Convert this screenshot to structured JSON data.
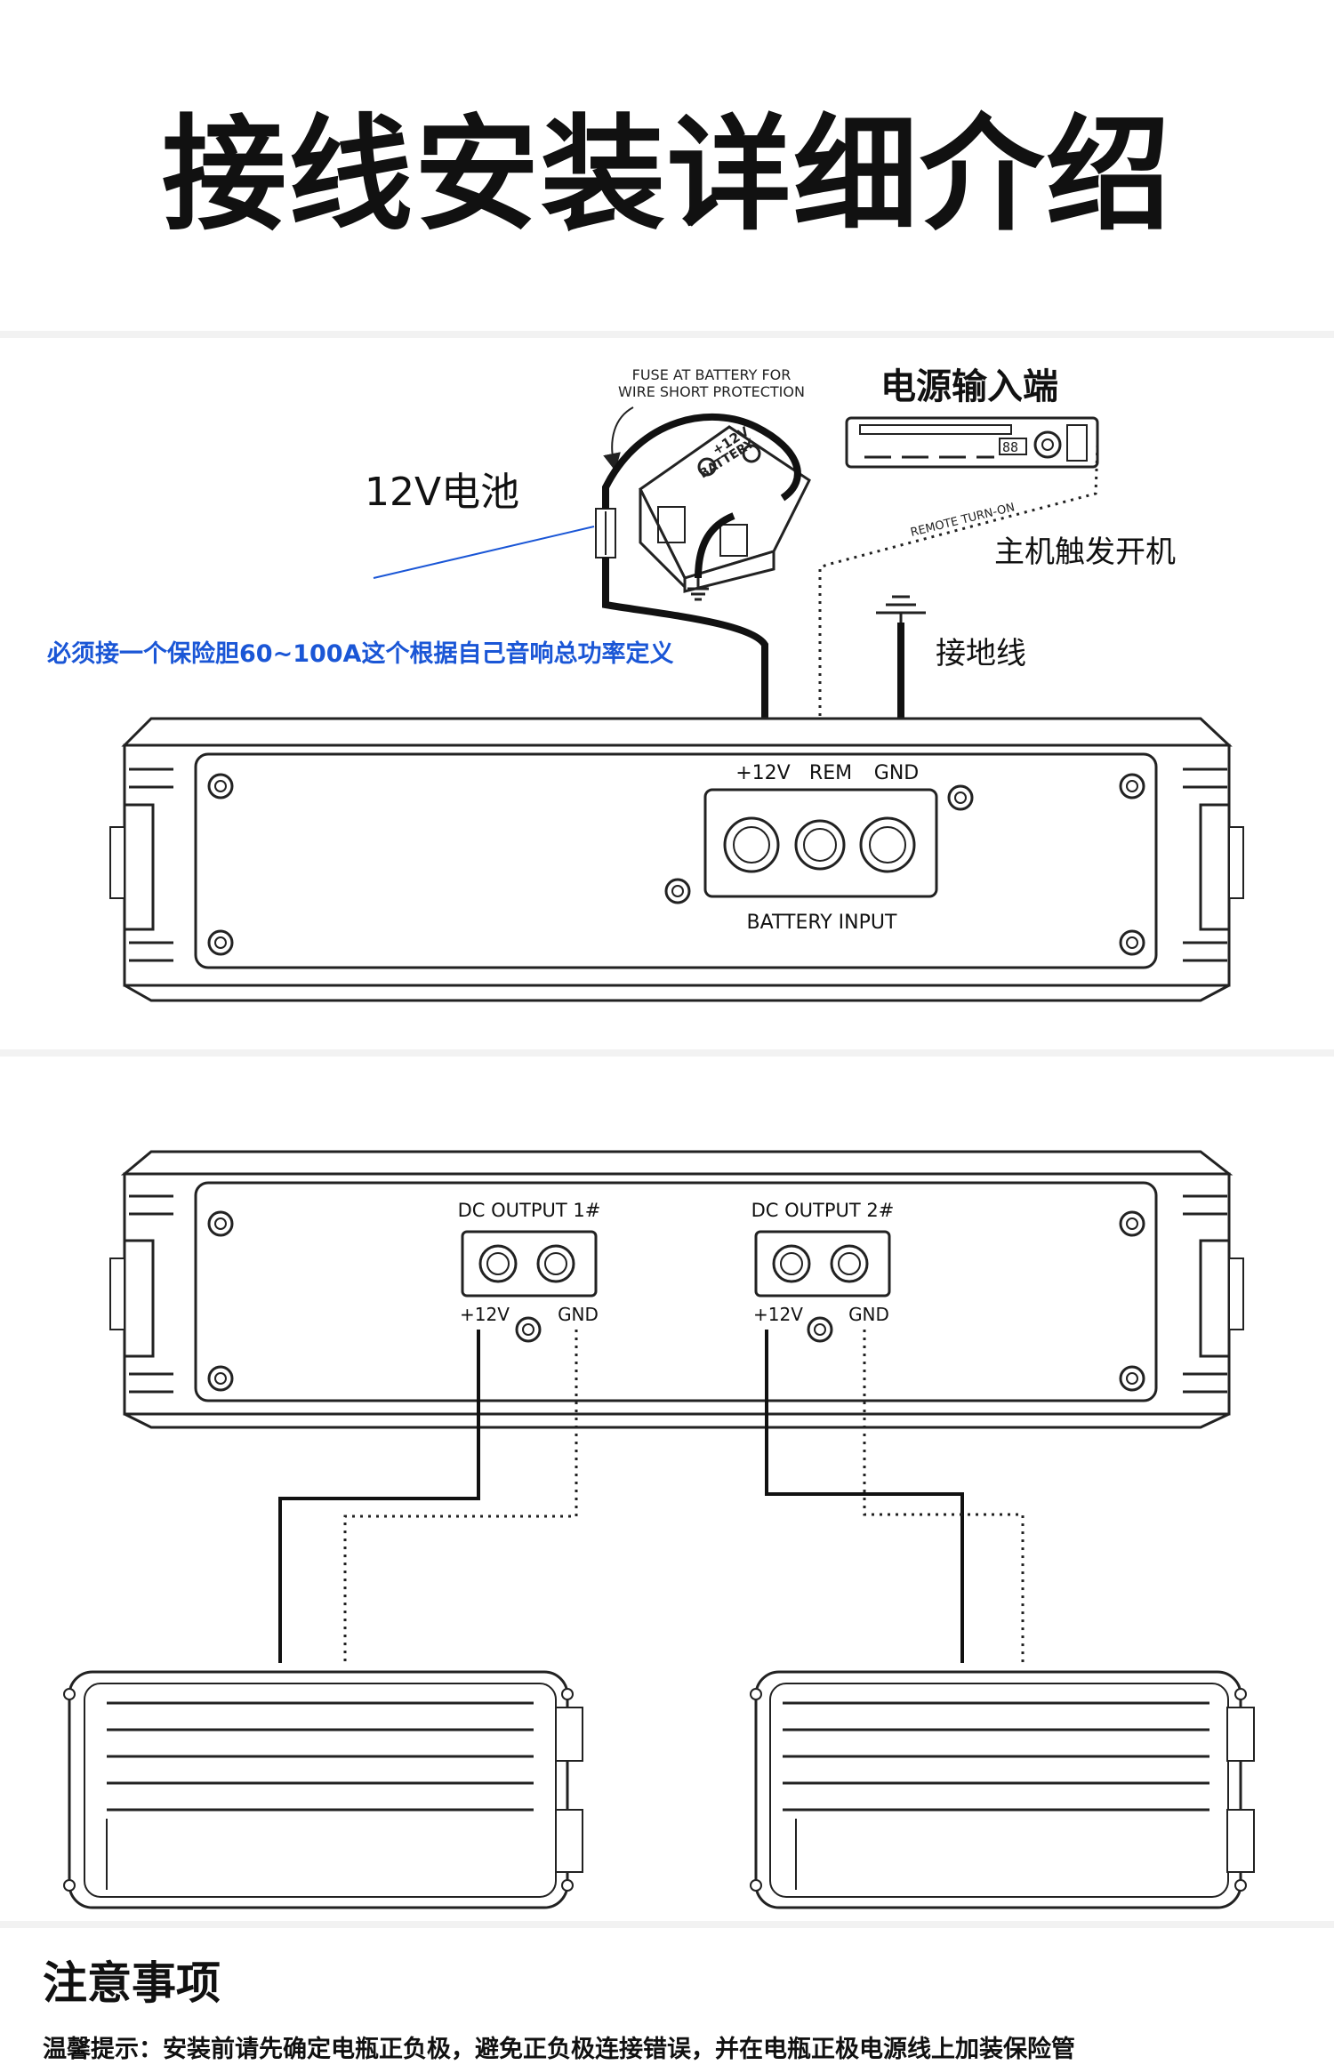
{
  "title": "接线安装详细介绍",
  "labels": {
    "battery": "12V电池",
    "fuse_note_line1": "FUSE AT BATTERY FOR",
    "fuse_note_line2": "WIRE SHORT PROTECTION",
    "battery_top_text1": "+12V",
    "battery_top_text2": "BATTERY",
    "power_input": "电源输入端",
    "remote_turn_on": "REMOTE TURN-ON",
    "head_unit_trigger": "主机触发开机",
    "ground_wire": "接地线",
    "fuse_requirement": "必须接一个保险胆60~100A这个根据自己音响总功率定义",
    "terminal_12v": "+12V",
    "terminal_rem": "REM",
    "terminal_gnd": "GND",
    "battery_input": "BATTERY INPUT",
    "dc_output_1": "DC OUTPUT 1#",
    "dc_output_2": "DC OUTPUT 2#",
    "out1_12v": "+12V",
    "out1_gnd": "GND",
    "out2_12v": "+12V",
    "out2_gnd": "GND",
    "head_unit_display": "88"
  },
  "notes": {
    "heading": "注意事项",
    "tip": "温馨提示：安装前请先确定电瓶正负极，避免正负极连接错误，并在电瓶正极电源线上加装保险管"
  },
  "colors": {
    "accent_blue": "#1a56d6",
    "line": "#222222"
  },
  "icons": [
    "battery-icon",
    "fuse-icon",
    "head-unit-icon",
    "ground-symbol-icon",
    "amplifier-icon"
  ]
}
